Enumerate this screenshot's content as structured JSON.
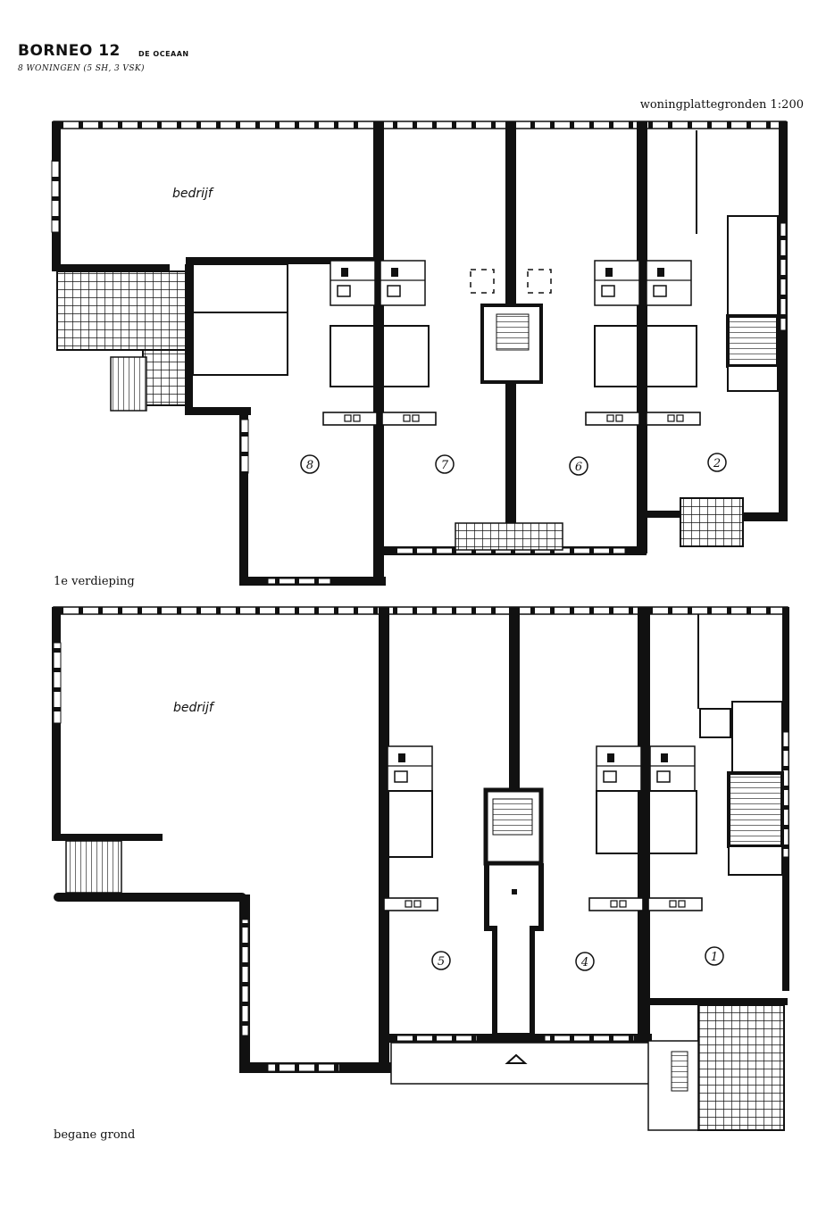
{
  "header": {
    "title": "BORNEO 12",
    "subtitle": "DE OCEAAN",
    "units_note": "8 WONINGEN (5 SH, 3 VSK)"
  },
  "scale_label": "woningplattegronden 1:200",
  "floors": {
    "upper": {
      "label": "1e verdieping",
      "business_label": "bedrijf",
      "units": [
        "8",
        "7",
        "6",
        "2"
      ]
    },
    "ground": {
      "label": "begane grond",
      "business_label": "bedrijf",
      "units": [
        "5",
        "4",
        "1"
      ]
    }
  },
  "colors": {
    "wall": "#111111",
    "paper": "#ffffff"
  }
}
